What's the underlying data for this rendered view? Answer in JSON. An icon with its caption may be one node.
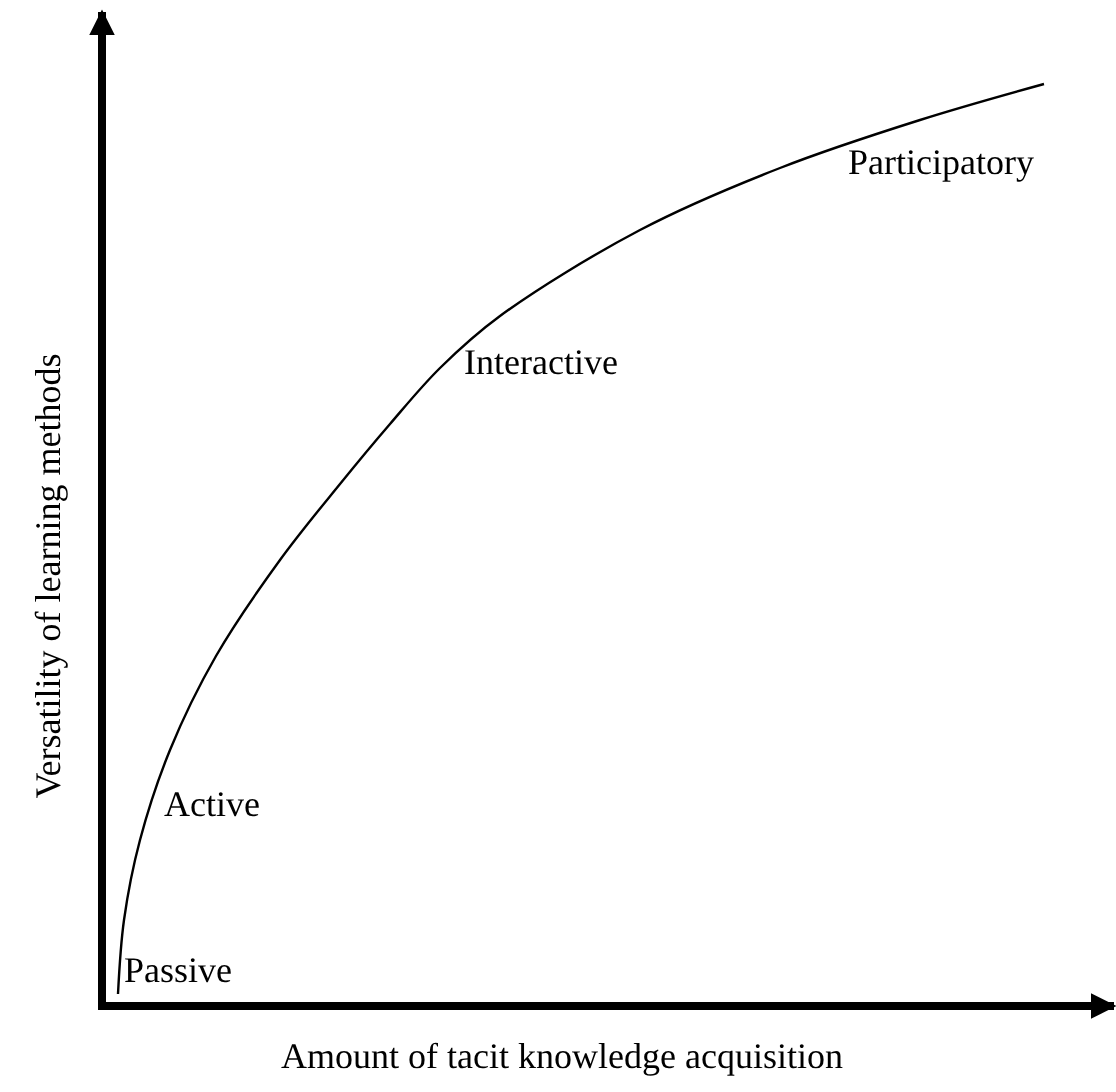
{
  "diagram": {
    "labels": [
      "Participatory",
      "Interactive",
      "Versatility of learning methods",
      "Active",
      "Passive",
      "Amount of tacit knowledge acquisition"
    ]
  }
}
